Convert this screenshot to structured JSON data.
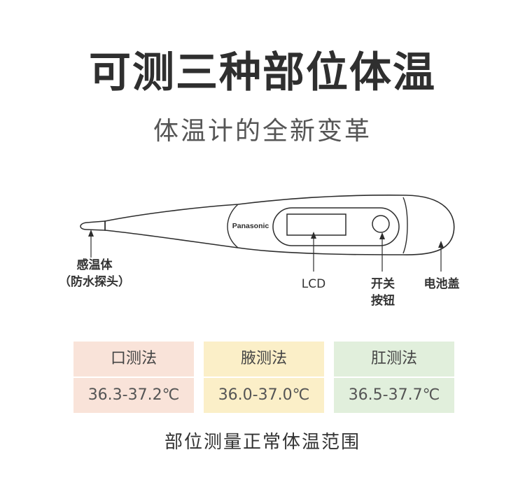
{
  "header": {
    "title": "可测三种部位体温",
    "subtitle": "体温计的全新变革"
  },
  "device": {
    "brand": "Panasonic",
    "labels": {
      "tip_line1": "感温体",
      "tip_line2": "（防水探头）",
      "lcd": "LCD",
      "switch_line1": "开关",
      "switch_line2": "按钮",
      "battery": "电池盖"
    }
  },
  "ranges": [
    {
      "method": "口测法",
      "range": "36.3-37.2℃",
      "color": "#f9e3d9"
    },
    {
      "method": "腋测法",
      "range": "36.0-37.0℃",
      "color": "#fbefc8"
    },
    {
      "method": "肛测法",
      "range": "36.5-37.7℃",
      "color": "#e1efdc"
    }
  ],
  "footer": {
    "caption": "部位测量正常体温范围"
  }
}
